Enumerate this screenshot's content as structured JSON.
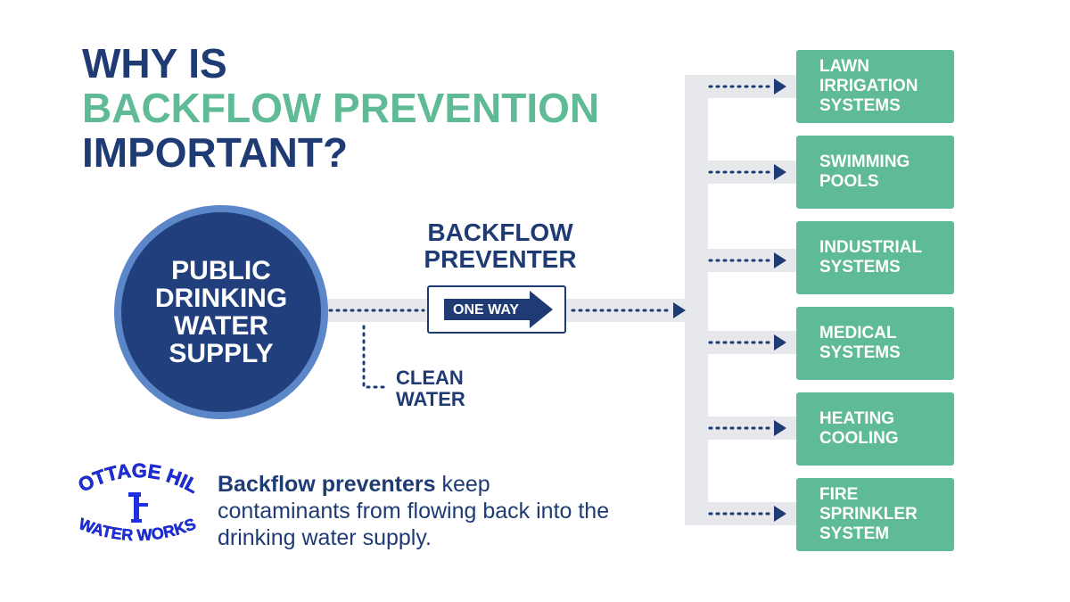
{
  "title": {
    "line1": "WHY IS",
    "line2": "BACKFLOW PREVENTION",
    "line3": "IMPORTANT?"
  },
  "source": {
    "label": "PUBLIC\nDRINKING\nWATER\nSUPPLY"
  },
  "preventer": {
    "label": "BACKFLOW\nPREVENTER",
    "arrow_label": "ONE WAY"
  },
  "clean_water": {
    "label": "CLEAN\nWATER"
  },
  "destinations": [
    {
      "label": "LAWN\nIRRIGATION\nSYSTEMS"
    },
    {
      "label": "SWIMMING\nPOOLS"
    },
    {
      "label": "INDUSTRIAL\nSYSTEMS"
    },
    {
      "label": "MEDICAL\nSYSTEMS"
    },
    {
      "label": "HEATING\nCOOLING"
    },
    {
      "label": "FIRE\nSPRINKLER\nSYSTEM"
    }
  ],
  "logo": {
    "top_text": "COTTAGE HILL",
    "bottom_text": "WATER WORKS"
  },
  "tagline": {
    "bold": "Backflow preventers",
    "rest": " keep contaminants from flowing back into the drinking water supply."
  },
  "colors": {
    "navy": "#1f3b73",
    "green": "#5fba96",
    "circle_ring": "#5b86c8",
    "pipe": "#e6e8ec",
    "logo_blue": "#1f2ee0"
  }
}
